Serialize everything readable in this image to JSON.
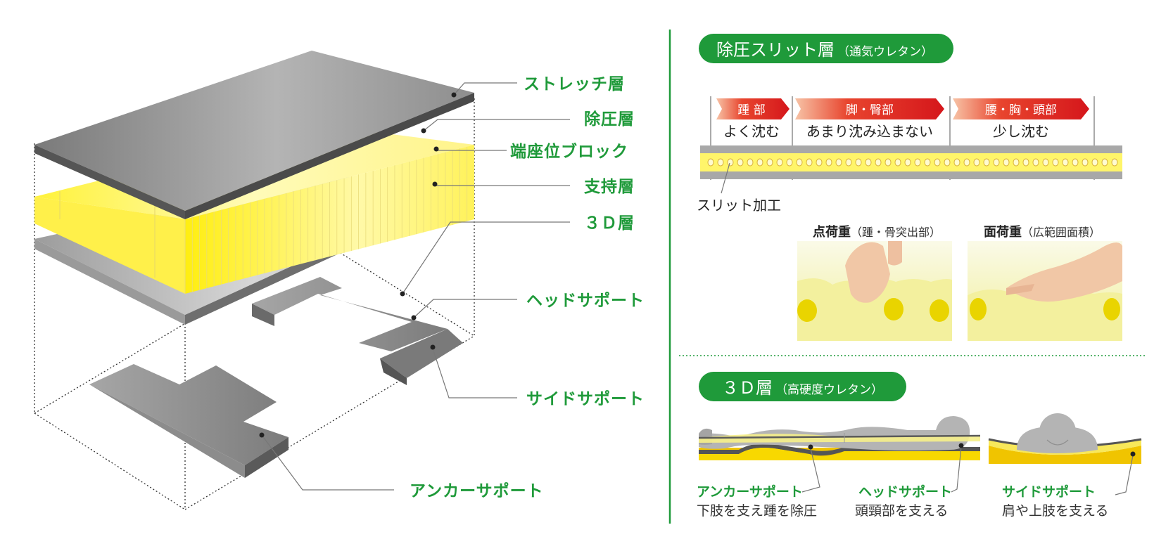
{
  "layers": {
    "stretch": "ストレッチ層",
    "pressure": "除圧層",
    "edge_block": "端座位ブロック",
    "support": "支持層",
    "layer_3d": "３Ｄ層",
    "head_support": "ヘッドサポート",
    "side_support": "サイドサポート",
    "anchor_support": "アンカーサポート"
  },
  "slit_section": {
    "title": "除圧スリット層",
    "subtitle": "（通気ウレタン）",
    "zones": [
      {
        "name": "踵 部",
        "desc": "よく沈む"
      },
      {
        "name": "脚・臀部",
        "desc": "あまり沈み込まない"
      },
      {
        "name": "腰・胸・頭部",
        "desc": "少し沈む"
      }
    ],
    "slit_label": "スリット加工",
    "point_load": {
      "title": "点荷重",
      "sub": "（踵・骨突出部）"
    },
    "area_load": {
      "title": "面荷重",
      "sub": "（広範囲面積）"
    }
  },
  "layer3d_section": {
    "title": "３Ｄ層",
    "subtitle": "（高硬度ウレタン）",
    "anchor": {
      "label": "アンカーサポート",
      "desc": "下肢を支え踵を除圧"
    },
    "head": {
      "label": "ヘッドサポート",
      "desc": "頭頸部を支える"
    },
    "side": {
      "label": "サイドサポート",
      "desc": "肩や上肢を支える"
    }
  },
  "colors": {
    "accent_green": "#1f9a3a",
    "foam_yellow": "#fff25a",
    "layer_gray": "#a8a8a8",
    "zone_red": "#e0241e"
  }
}
